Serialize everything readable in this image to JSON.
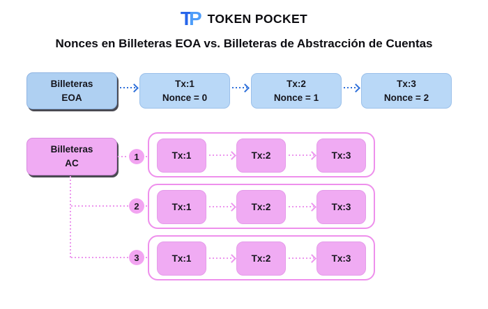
{
  "logo": {
    "mark_t": "T",
    "mark_p": "P",
    "wordmark": "TOKEN POCKET"
  },
  "title": "Nonces en Billeteras EOA vs. Billeteras de Abstracción de Cuentas",
  "eoa_row": {
    "source": {
      "line1": "Billeteras",
      "line2": "EOA"
    },
    "transactions": [
      {
        "tx": "Tx:1",
        "nonce": "Nonce = 0"
      },
      {
        "tx": "Tx:2",
        "nonce": "Nonce = 1"
      },
      {
        "tx": "Tx:3",
        "nonce": "Nonce = 2"
      }
    ]
  },
  "ac_section": {
    "source": {
      "line1": "Billeteras",
      "line2": "AC"
    },
    "lanes": [
      {
        "number": "1",
        "transactions": [
          "Tx:1",
          "Tx:2",
          "Tx:3"
        ]
      },
      {
        "number": "2",
        "transactions": [
          "Tx:1",
          "Tx:2",
          "Tx:3"
        ]
      },
      {
        "number": "3",
        "transactions": [
          "Tx:1",
          "Tx:2",
          "Tx:3"
        ]
      }
    ]
  },
  "colors": {
    "eoa_source_box": "#AFD0F2",
    "eoa_tx_box": "#B9D8F7",
    "blue_arrow": "#2E6FD9",
    "ac_source_box": "#F0ABF3",
    "ac_tx_box": "#F0ABF3",
    "lane_border": "#EE8FEC",
    "pink_arrow": "#EC96EE",
    "badge_fill": "#F2A4F1",
    "logo_t": "#2765EA",
    "logo_p": "#4E9DF9",
    "text": "#15151c"
  }
}
